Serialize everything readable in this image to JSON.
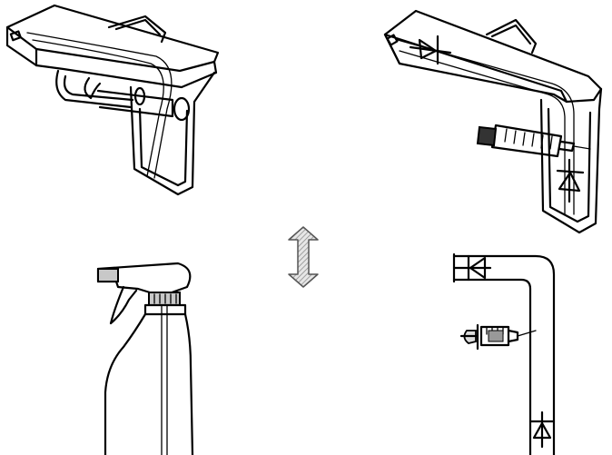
{
  "figure": {
    "panels": [
      {
        "id": "water-gun",
        "depicts": "water-gun-icon"
      },
      {
        "id": "gun-schematic",
        "depicts": "water-gun-valve-schematic-icon"
      },
      {
        "id": "arrow",
        "depicts": "double-arrow-icon"
      },
      {
        "id": "spray-bottle",
        "depicts": "spray-bottle-icon"
      },
      {
        "id": "pipe-schematic",
        "depicts": "pipe-valve-schematic-icon"
      }
    ],
    "colors": {
      "ink": "#000000",
      "background": "#ffffff",
      "bottle_cap": "#c8c8c8",
      "syringe_plunger": "#333333",
      "arrow_fill": "#b0b0b0"
    }
  }
}
